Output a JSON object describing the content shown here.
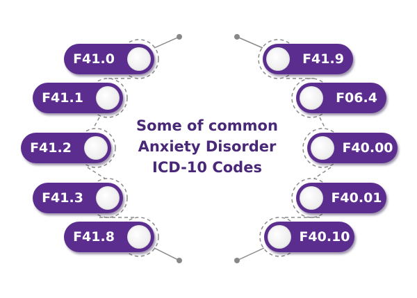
{
  "title": {
    "lines": [
      "Some of  common",
      "Anxiety Disorder",
      "ICD-10 Codes"
    ]
  },
  "left_codes": [
    "F41.0",
    "F41.1",
    "F41.2",
    "F41.3",
    "F41.8"
  ],
  "right_codes": [
    "F41.9",
    "F06.4",
    "F40.00",
    "F40.01",
    "F40.10"
  ],
  "colors": {
    "pill": "#5b2d8e",
    "title": "#4a2878",
    "connector": "#888888"
  }
}
